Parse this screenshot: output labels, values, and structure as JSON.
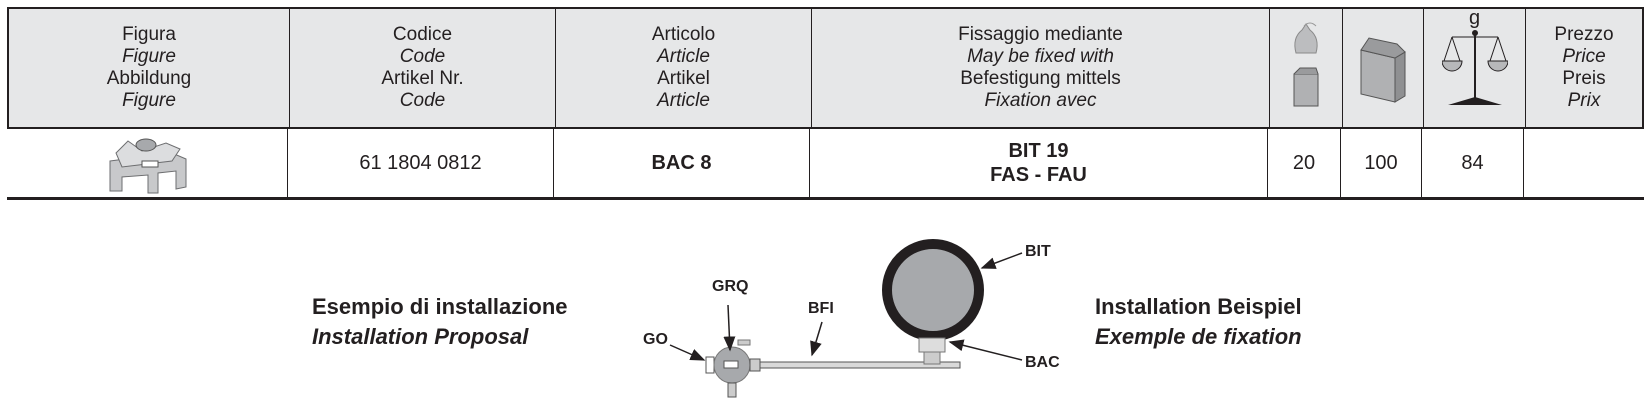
{
  "table": {
    "headers": [
      {
        "lines": [
          "Figura",
          "Figure",
          "Abbildung",
          "Figure"
        ]
      },
      {
        "lines": [
          "Codice",
          "Code",
          "Artikel Nr.",
          "Code"
        ]
      },
      {
        "lines": [
          "Articolo",
          "Article",
          "Artikel",
          "Article"
        ]
      },
      {
        "lines": [
          "Fissaggio mediante",
          "May be fixed with",
          "Befestigung mittels",
          "Fixation avec"
        ]
      },
      {
        "icon": "bag-and-small-box-icon"
      },
      {
        "icon": "box-icon"
      },
      {
        "icon": "scale-icon",
        "label": "g"
      },
      {
        "lines": [
          "Prezzo",
          "Price",
          "Preis",
          "Prix"
        ]
      }
    ],
    "row": {
      "figure_icon": "clamp-bracket-icon",
      "code": "61 1804 0812",
      "article": "BAC 8",
      "fixing": [
        "BIT 19",
        "FAS - FAU"
      ],
      "qty_small": "20",
      "qty_box": "100",
      "weight": "84",
      "price": ""
    }
  },
  "installation": {
    "left": [
      "Esempio di installazione",
      "Installation Proposal"
    ],
    "right": [
      "Installation Beispiel",
      "Exemple de fixation"
    ],
    "diagram_labels": {
      "grq": "GRQ",
      "go": "GO",
      "bfi": "BFI",
      "bit": "BIT",
      "bac": "BAC"
    }
  }
}
